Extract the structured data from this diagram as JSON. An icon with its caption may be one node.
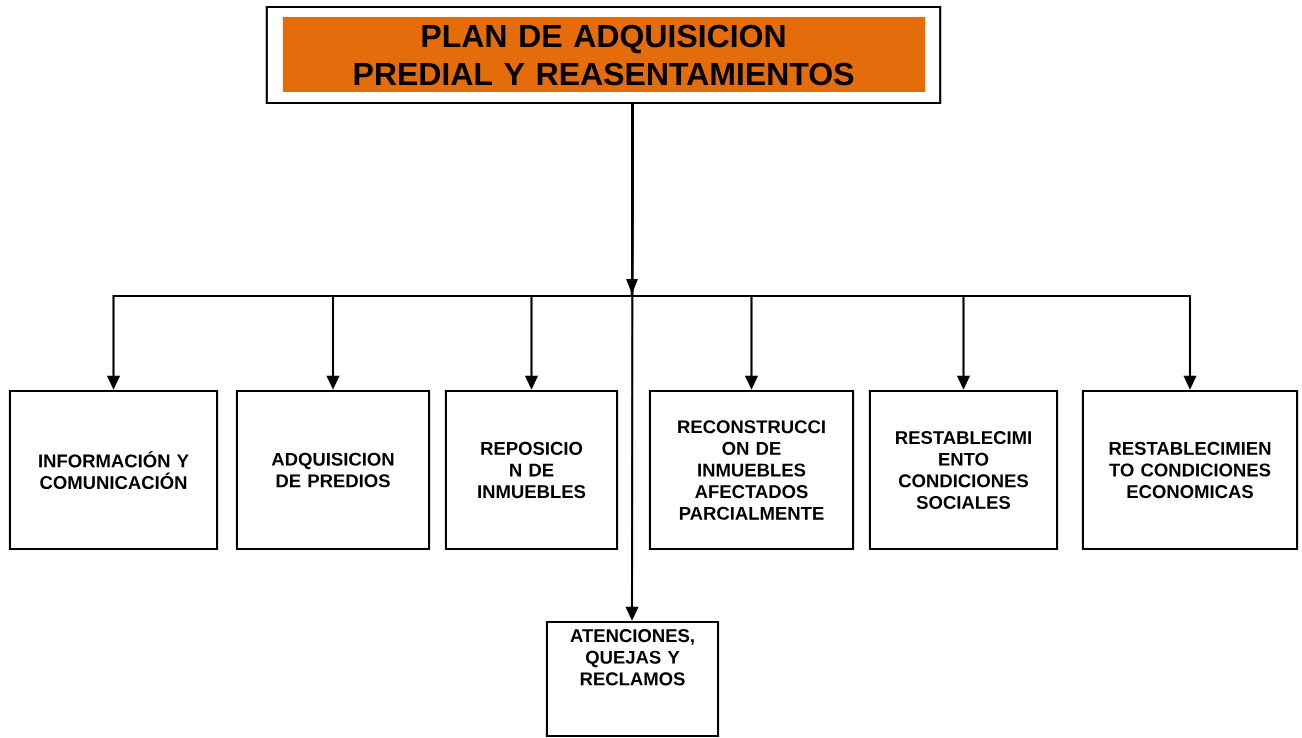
{
  "diagram": {
    "nodes": [
      {
        "text": [
          "PLAN DE ADQUISICION PREDIAL Y REASENTAMIENTOS"
        ]
      },
      {
        "text": [
          "INFORMACIÓN Y COMUNICACIÓN"
        ]
      },
      {
        "text": [
          "ADQUISICION DE PREDIOS"
        ]
      },
      {
        "text": [
          "REPOSICIO N DE INMUEBLES"
        ]
      },
      {
        "text": [
          "RECONSTRUCCI ON DE INMUEBLES AFECTADOS PARCIALMENTE"
        ]
      },
      {
        "text": [
          "RESTABLECIMI ENTO CONDICIONES SOCIALES"
        ]
      },
      {
        "text": [
          "RESTABLECIMIEN TO CONDICIONES ECONOMICAS"
        ]
      },
      {
        "text": [
          "ATENCIONES, QUEJAS Y RECLAMOS"
        ]
      }
    ],
    "edges": [
      {
        "from": 0,
        "to": 1,
        "arrow": "to"
      },
      {
        "from": 0,
        "to": 2,
        "arrow": "to"
      },
      {
        "from": 0,
        "to": 3,
        "arrow": "to"
      },
      {
        "from": 0,
        "to": 4,
        "arrow": "to"
      },
      {
        "from": 0,
        "to": 5,
        "arrow": "to"
      },
      {
        "from": 0,
        "to": 6,
        "arrow": "to"
      },
      {
        "from": 0,
        "to": 7,
        "arrow": "to"
      }
    ]
  }
}
